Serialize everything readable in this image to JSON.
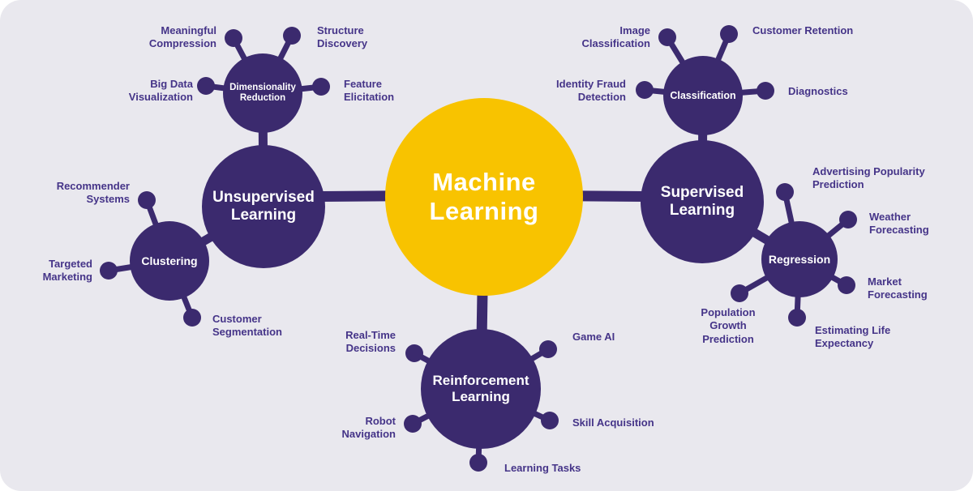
{
  "title": "Machine Learning mind map",
  "colors": {
    "node_purple": "#3b2a6e",
    "label_purple": "#453488",
    "center_yellow": "#f8c300",
    "background": "#e9e8ee",
    "node_text": "#ffffff"
  },
  "nodes": {
    "center": {
      "label": "Machine\nLearning"
    },
    "unsupervised": {
      "label": "Unsupervised Learning"
    },
    "supervised": {
      "label": "Supervised Learning"
    },
    "reinforcement": {
      "label": "Reinforcement Learning"
    },
    "dimensionality_reduction": {
      "label": "Dimensionality Reduction"
    },
    "clustering": {
      "label": "Clustering"
    },
    "classification": {
      "label": "Classification"
    },
    "regression": {
      "label": "Regression"
    }
  },
  "satellites": {
    "dimensionality_reduction": [
      "Meaningful Compression",
      "Structure Discovery",
      "Big Data Visualization",
      "Feature Elicitation"
    ],
    "clustering": [
      "Recommender Systems",
      "Targeted Marketing",
      "Customer Segmentation"
    ],
    "classification": [
      "Image Classification",
      "Customer Retention",
      "Identity Fraud Detection",
      "Diagnostics"
    ],
    "regression": [
      "Advertising Popularity Prediction",
      "Weather Forecasting",
      "Market Forecasting",
      "Estimating Life Expectancy",
      "Population Growth Prediction"
    ],
    "reinforcement": [
      "Real-Time Decisions",
      "Game AI",
      "Robot Navigation",
      "Skill Acquisition",
      "Learning Tasks"
    ]
  }
}
